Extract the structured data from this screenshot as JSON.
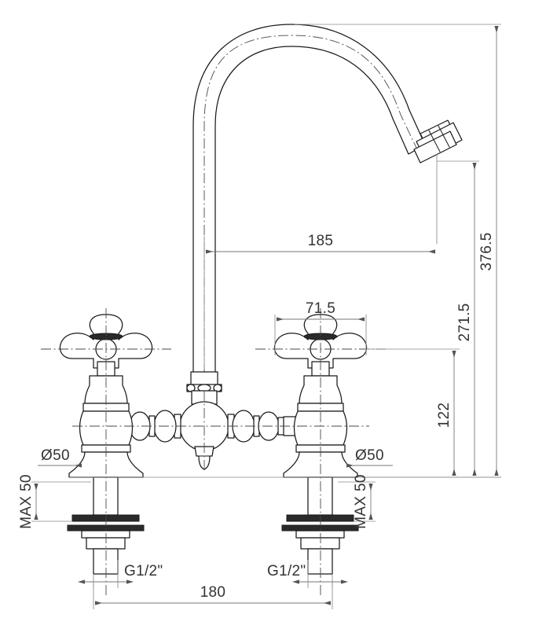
{
  "drawing": {
    "title": "Bridge Faucet Technical Dimension Drawing",
    "subject": "two-handle bridge mixer tap with gooseneck swan spout",
    "units": "mm",
    "background_color": "#ffffff",
    "line_color": "#1a1a1a",
    "dimension_color": "#777777",
    "centerline_color": "#4a4a4a"
  },
  "dimensions": {
    "spout_reach": {
      "label": "185",
      "orientation": "horizontal",
      "description": "horizontal reach from riser centerline to spout outlet"
    },
    "handle_spread_half": {
      "label": "71.5",
      "orientation": "horizontal",
      "description": "distance from riser body edge to right handle centerline"
    },
    "overall_height": {
      "label": "376.5",
      "orientation": "vertical",
      "description": "overall height from mounting surface to top of spout arc"
    },
    "spout_outlet_height": {
      "label": "271.5",
      "orientation": "vertical",
      "description": "height from mounting surface to spout outlet"
    },
    "handle_axis_height": {
      "label": "122",
      "orientation": "vertical",
      "description": "height from mounting surface to handle axis"
    },
    "escutcheon_diameter_left": {
      "label": "Ø50",
      "orientation": "leader",
      "description": "left escutcheon base diameter"
    },
    "escutcheon_diameter_right": {
      "label": "Ø50",
      "orientation": "leader",
      "description": "right escutcheon base diameter"
    },
    "max_deck_thickness_left": {
      "label": "MAX 50",
      "orientation": "vertical-rotated",
      "description": "maximum mounting deck thickness, left shank"
    },
    "max_deck_thickness_right": {
      "label": "MAX 50",
      "orientation": "vertical-rotated",
      "description": "maximum mounting deck thickness, right shank"
    },
    "thread_left": {
      "label": "G1/2\"",
      "orientation": "leader",
      "description": "left inlet connection thread size"
    },
    "thread_right": {
      "label": "G1/2\"",
      "orientation": "leader",
      "description": "right inlet connection thread size"
    },
    "center_distance": {
      "label": "180",
      "orientation": "horizontal",
      "description": "center to center distance between inlet tailpieces"
    }
  }
}
